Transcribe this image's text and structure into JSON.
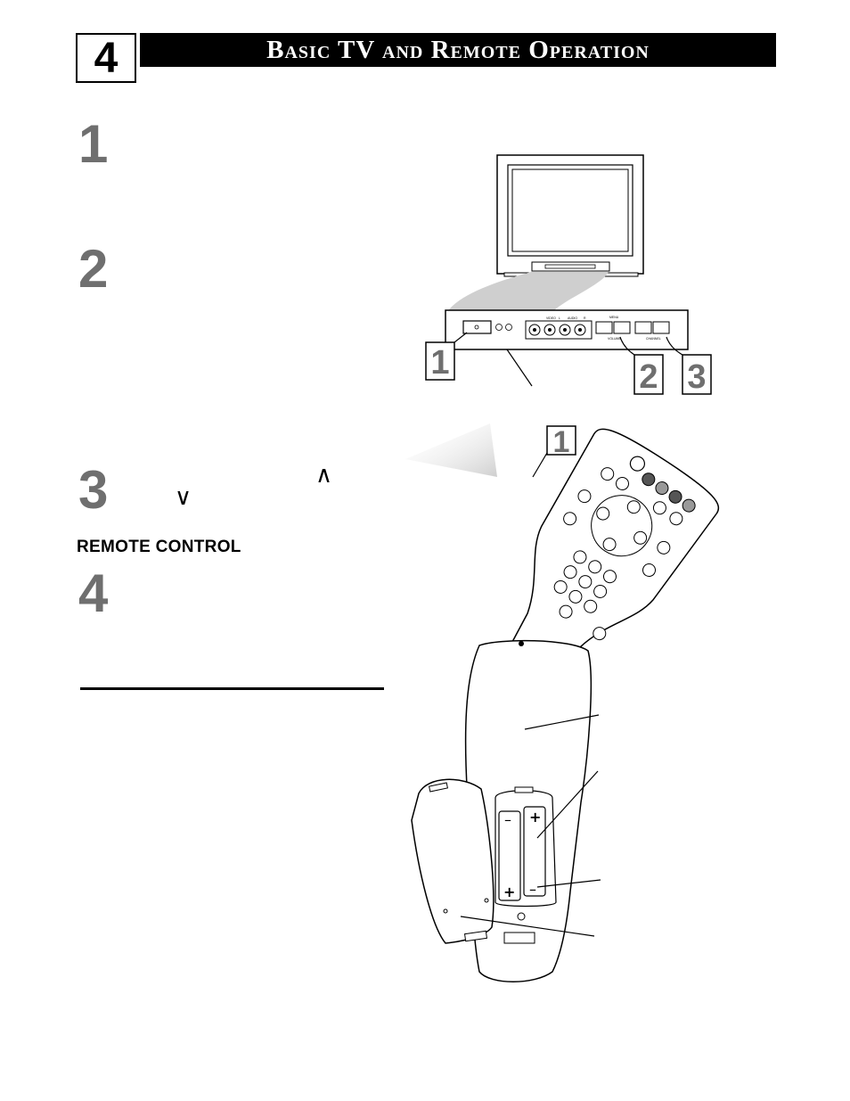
{
  "header": {
    "page_number": "4",
    "title": "Basic TV and Remote Operation"
  },
  "steps": [
    {
      "number": "1"
    },
    {
      "number": "2"
    },
    {
      "number": "3"
    },
    {
      "number": "4"
    }
  ],
  "arrows": {
    "up": "∧",
    "down": "∨"
  },
  "section": {
    "remote_heading": "REMOTE CONTROL"
  },
  "callouts": {
    "tv_panel": [
      "1",
      "2",
      "3"
    ],
    "remote": "1"
  },
  "panel_labels": {
    "video": "VIDEO",
    "l": "L",
    "audio": "AUDIO",
    "r": "R",
    "menu": "MENU",
    "volume": "VOLUME",
    "channel": "CHANNEL"
  }
}
